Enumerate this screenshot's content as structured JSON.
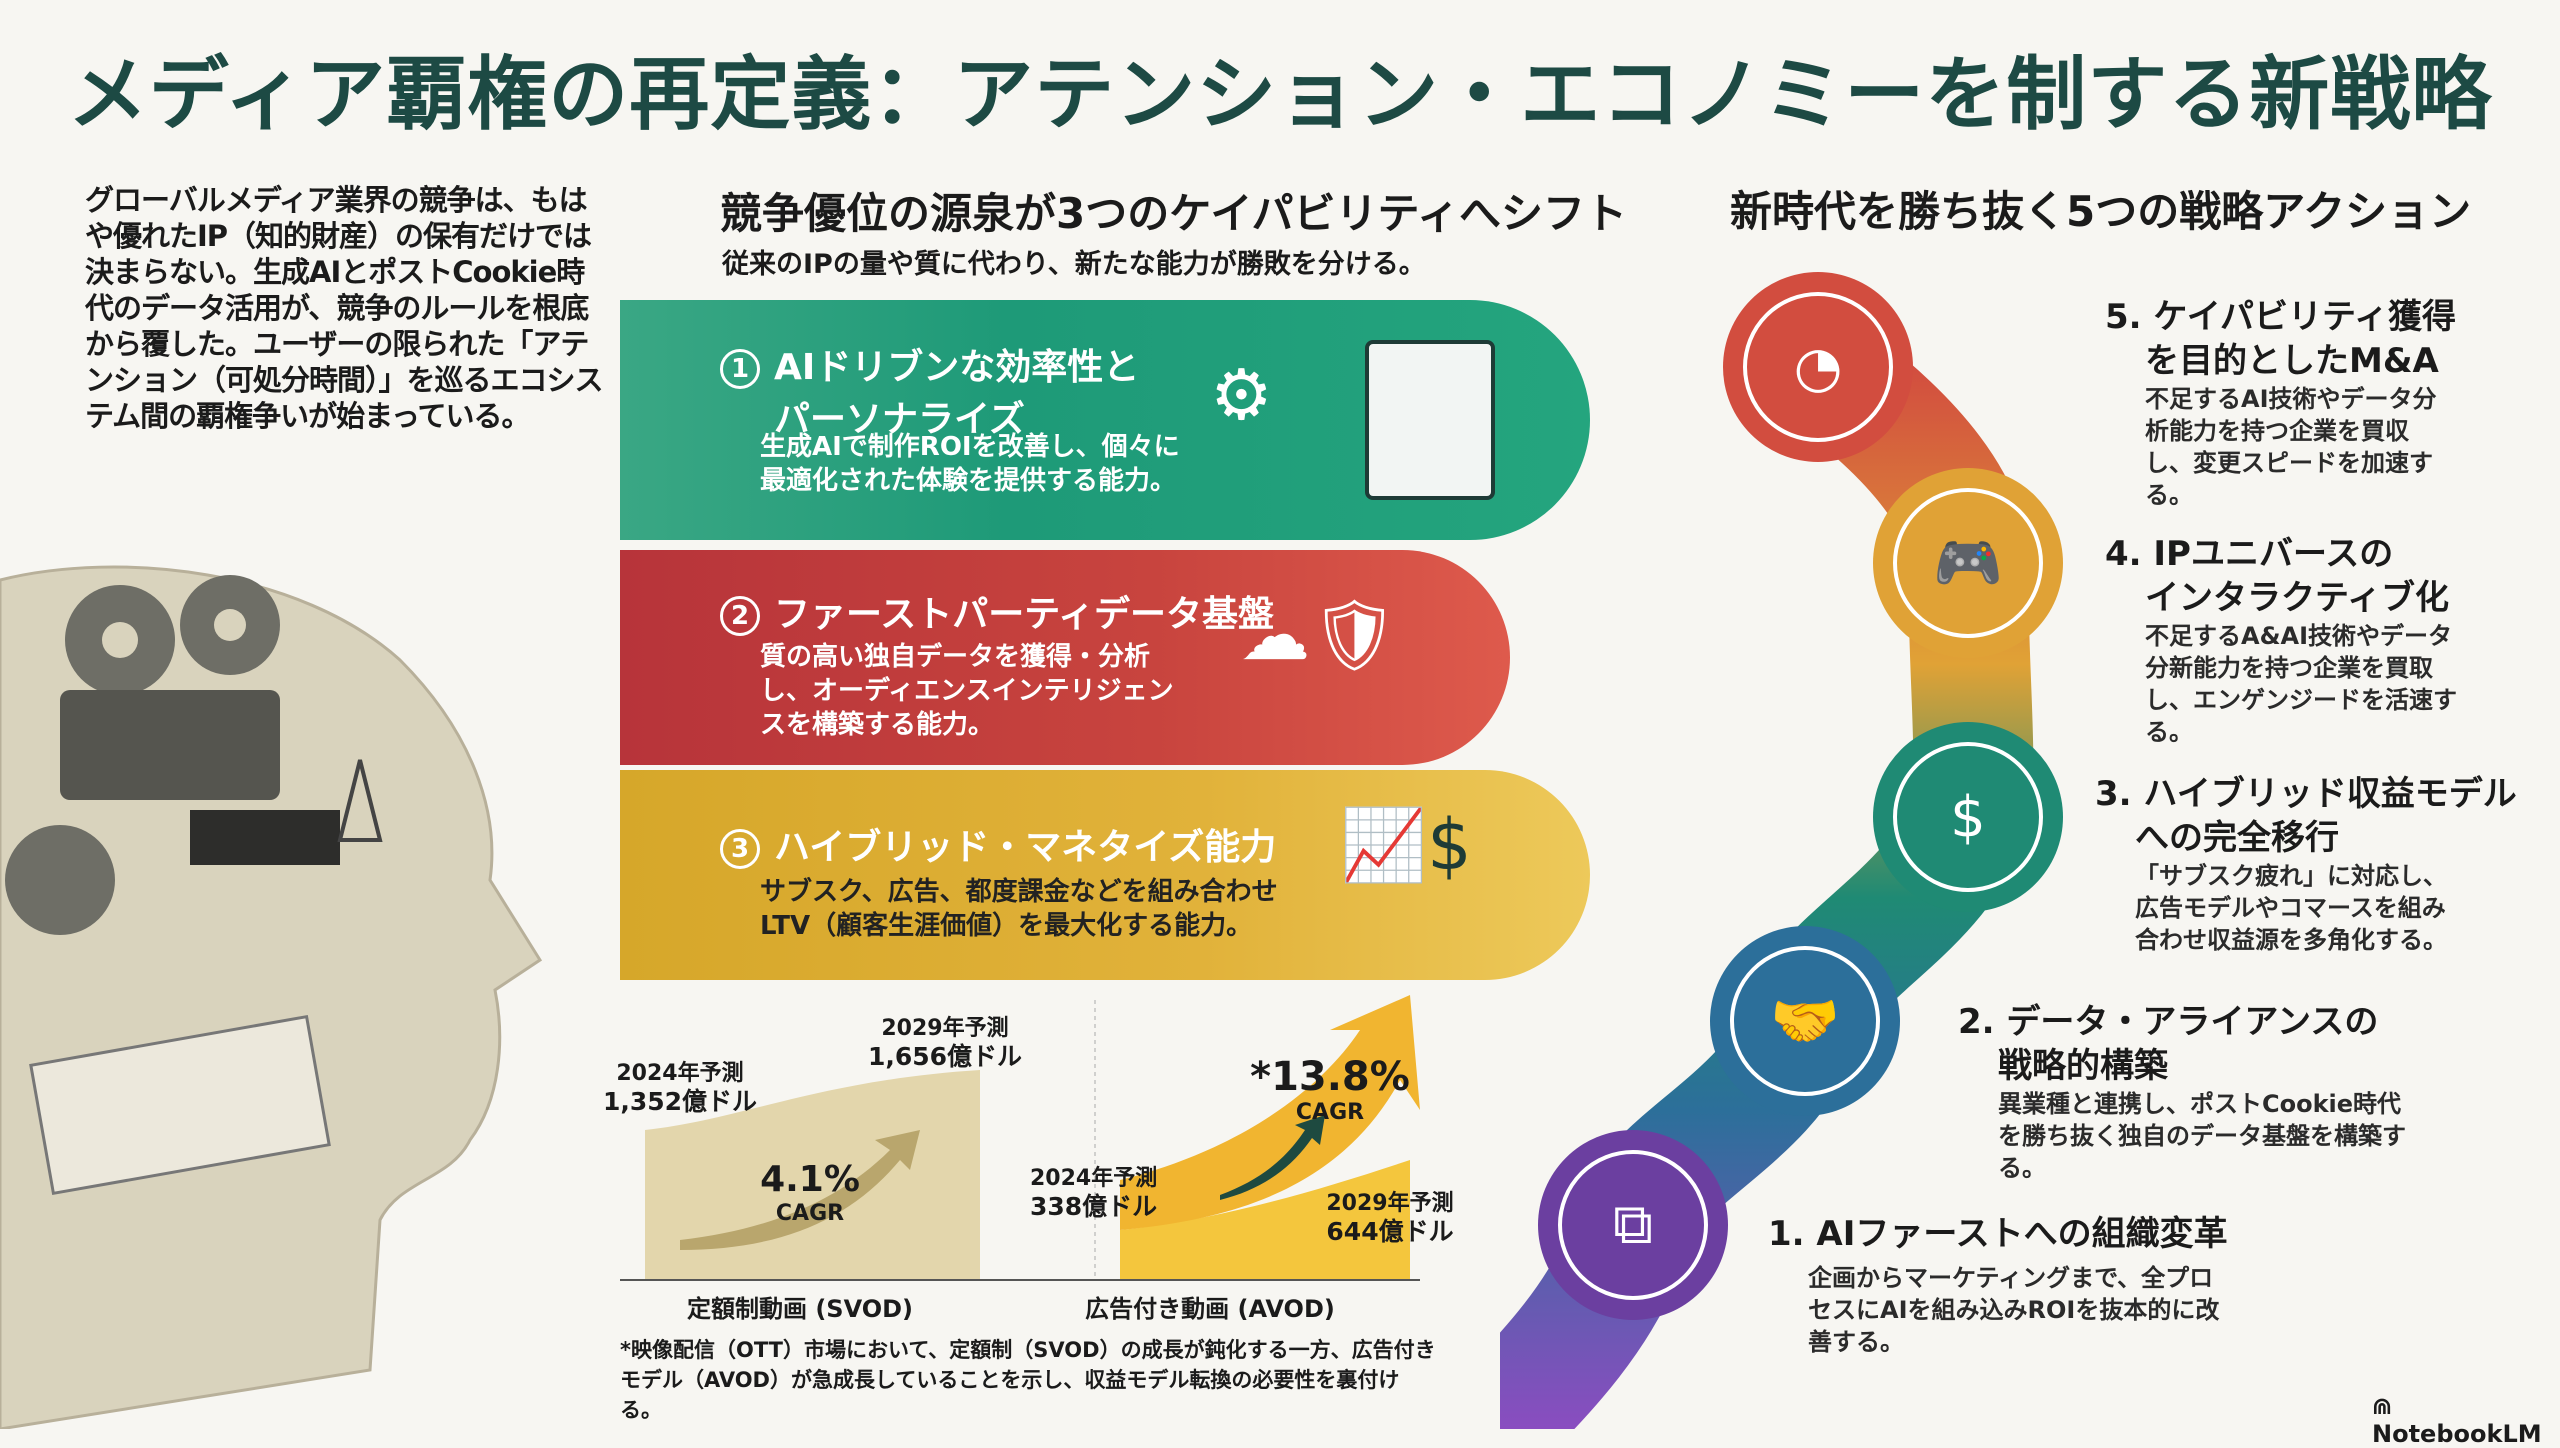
{
  "title": "メディア覇権の再定義：アテンション・エコノミーを制する新戦略",
  "intro": "グローバルメディア業界の競争は、もはや優れたIP（知的財産）の保有だけでは決まらない。生成AIとポストCookie時代のデータ活用が、競争のルールを根底から覆した。ユーザーの限られた「アテンション（可処分時間）」を巡るエコシステム間の覇権争いが始まっている。",
  "middle": {
    "heading": "競争優位の源泉が3つのケイパビリティへシフト",
    "subheading": "従来のIPの量や質に代わり、新たな能力が勝敗を分ける。",
    "capabilities": [
      {
        "num": "1",
        "title_l1": "AIドリブンな効率性と",
        "title_l2": "パーソナライズ",
        "desc": "生成AIで制作ROIを改善し、個々に最適化された体験を提供する能力。",
        "color": "#1f9a78"
      },
      {
        "num": "2",
        "title_l1": "ファーストパーティデータ基盤",
        "title_l2": "",
        "desc": "質の高い独自データを獲得・分析し、オーディエンスインテリジェンスを構築する能力。",
        "color": "#c8443e"
      },
      {
        "num": "3",
        "title_l1": "ハイブリッド・マネタイズ能力",
        "title_l2": "",
        "desc": "サブスク、広告、都度課金などを組み合わせLTV（顧客生涯価値）を最大化する能力。",
        "color": "#d9a52a"
      }
    ]
  },
  "chart_data": {
    "type": "area",
    "series": [
      {
        "name": "定額制動画 (SVOD)",
        "start_label": "2024年予測",
        "start_value": "1,352億ドル",
        "end_label": "2029年予測",
        "end_value": "1,656億ドル",
        "cagr": "4.1%",
        "cagr_label": "CAGR",
        "values": [
          1352,
          1656
        ],
        "color": "#e3d6ac"
      },
      {
        "name": "広告付き動画 (AVOD)",
        "start_label": "2024年予測",
        "start_value": "338億ドル",
        "end_label": "2029年予測",
        "end_value": "644億ドル",
        "cagr": "*13.8%",
        "cagr_label": "CAGR",
        "values": [
          338,
          644
        ],
        "color": "#f2b531"
      }
    ],
    "x": [
      "2024",
      "2029"
    ],
    "footnote": "*映像配信（OTT）市場において、定額制（SVOD）の成長が鈍化する一方、広告付きモデル（AVOD）が急成長していることを示し、収益モデル転換の必要性を裏付ける。"
  },
  "right": {
    "heading": "新時代を勝ち抜く5つの戦略アクション",
    "steps": [
      {
        "title_l1": "5. ケイパビリティ獲得",
        "title_l2": "を目的としたM&A",
        "desc": "不足するAI技術やデータ分析能力を持つ企業を買収し、変更スピードを加速する。",
        "icon": "ai-chip-pie-icon",
        "color": "#d24d3f"
      },
      {
        "title_l1": "4. IPユニバースの",
        "title_l2": "インタラクティブ化",
        "desc": "不足するA&AI技術やデータ分新能力を持つ企業を買取し、エンゲンジードを活速する。",
        "icon": "ip-gamepad-icon",
        "color": "#e0a236"
      },
      {
        "title_l1": "3. ハイブリッド収益モデル",
        "title_l2": "への完全移行",
        "desc": "「サブスク疲れ」に対応し、広告モデルやコマースを組み合わせ収益源を多角化する。",
        "icon": "money-cycle-icon",
        "color": "#1f8a74"
      },
      {
        "title_l1": "2. データ・アライアンスの",
        "title_l2": "戦略的構築",
        "desc": "異業種と連携し、ポストCookie時代を勝ち抜く独自のデータ基盤を構築する。",
        "icon": "handshake-cloud-icon",
        "color": "#2c6f9a"
      },
      {
        "title_l1": "1. AIファーストへの組織変革",
        "title_l2": "",
        "desc": "企画からマーケティングまで、全プロセスにAIを組み込みROIを抜本的に改善する。",
        "icon": "ai-network-icon",
        "color": "#6b3fa0"
      }
    ]
  },
  "footer": {
    "brand": "NotebookLM"
  }
}
